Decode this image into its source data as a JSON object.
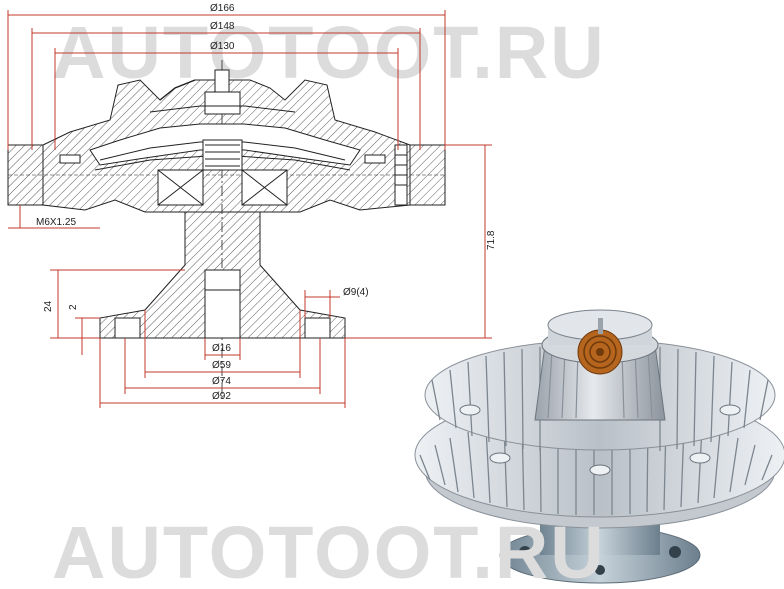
{
  "watermark": {
    "top": "AUTOTOOT.RU",
    "bottom": "AUTOTOOT.RU"
  },
  "dimensions": {
    "d166": "Ø166",
    "d148": "Ø148",
    "d130": "Ø130",
    "thread": "M6X1.25",
    "height": "71.8",
    "hole": "Ø9(4)",
    "h24": "24",
    "h2": "2",
    "d16": "Ø16",
    "d59": "Ø59",
    "d74": "Ø74",
    "d92": "Ø92"
  },
  "colors": {
    "dimension_line": "#c0392b",
    "drawing_line": "#222222",
    "watermark": "#dcdcdc",
    "metal_light": "#d9dde2",
    "metal_dark": "#8a9099",
    "spring": "#b5651d"
  }
}
